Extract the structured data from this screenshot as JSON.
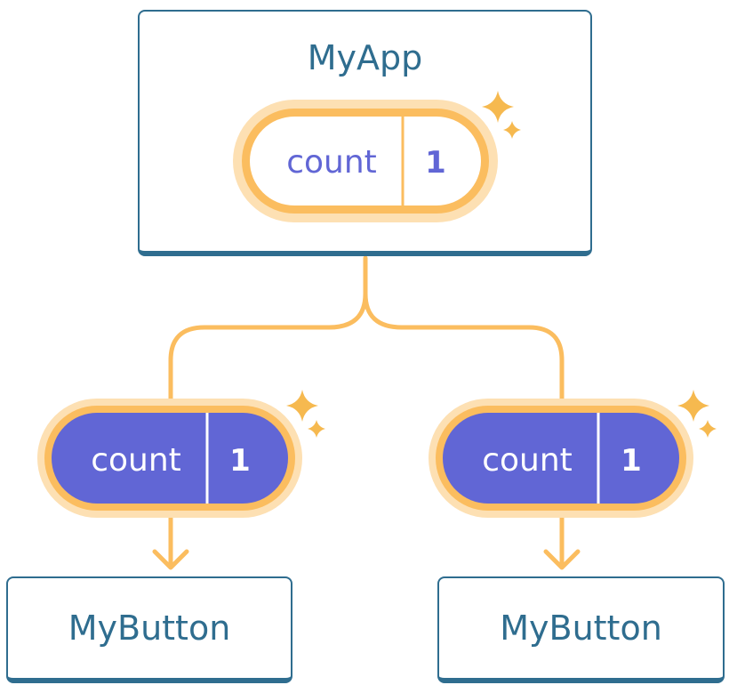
{
  "colors": {
    "card_border": "#2f6d8f",
    "title_text": "#2f6d8f",
    "connector": "#fbbd5f",
    "glow": "#fde0b3",
    "pill_fill_active": "#6166d5",
    "pill_fill_parent": "#ffffff",
    "pill_text_parent": "#6166d5",
    "pill_text_child": "#ffffff",
    "sparkle": "#f6b94f"
  },
  "parent": {
    "title": "MyApp",
    "state": {
      "label": "count",
      "value": "1"
    }
  },
  "children": [
    {
      "state": {
        "label": "count",
        "value": "1"
      },
      "title": "MyButton"
    },
    {
      "state": {
        "label": "count",
        "value": "1"
      },
      "title": "MyButton"
    }
  ]
}
